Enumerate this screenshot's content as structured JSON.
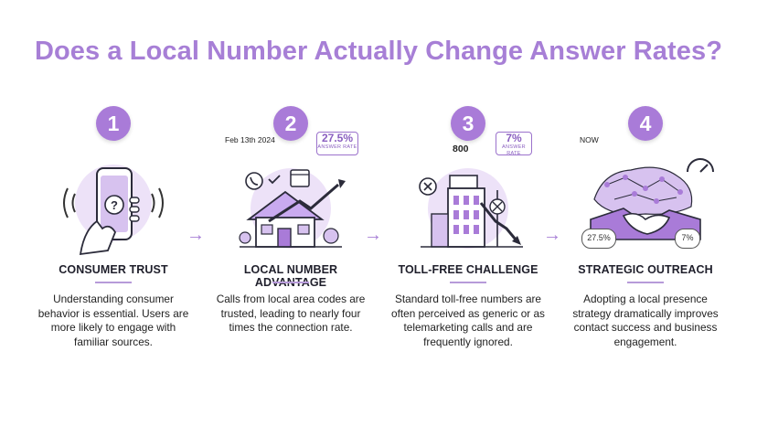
{
  "title": "Does a Local Number Actually Change Answer Rates?",
  "steps": [
    {
      "number": "1",
      "heading": "CONSUMER TRUST",
      "description": "Understanding consumer behavior is essential. Users are more likely to engage with familiar sources."
    },
    {
      "number": "2",
      "heading": "LOCAL NUMBER ADVANTAGE",
      "description": "Calls from local area codes are trusted, leading to nearly four times the connection rate.",
      "date": "Feb 13th 2024",
      "rate_value": "27.5%",
      "rate_label": "ANSWER RATE"
    },
    {
      "number": "3",
      "heading": "TOLL-FREE CHALLENGE",
      "description": "Standard toll-free numbers are often perceived as generic or as telemarketing calls and are frequently ignored.",
      "rate_value": "7%",
      "rate_label": "ANSWER RATE",
      "building_sign": "800"
    },
    {
      "number": "4",
      "heading": "STRATEGIC OUTREACH",
      "description": "Adopting a local presence strategy dramatically improves contact success and business engagement.",
      "date": "NOW",
      "bubble_left": "27.5%",
      "bubble_right": "7%"
    }
  ],
  "colors": {
    "accent": "#a77fd6",
    "badge": "#a97bd8",
    "illustration_fill": "#e9dcf6"
  }
}
